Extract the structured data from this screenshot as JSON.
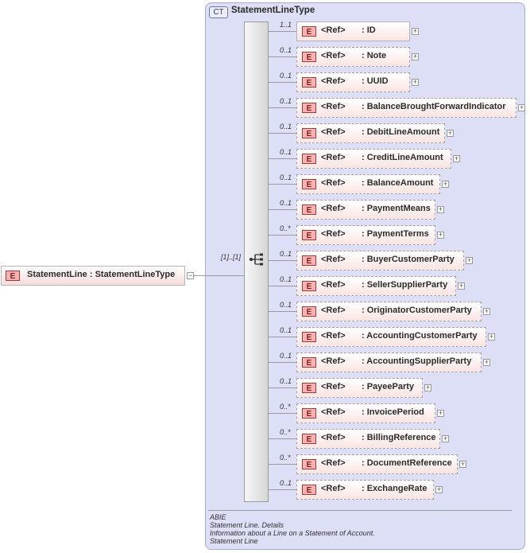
{
  "complex_type": {
    "badge": "CT",
    "name": "StatementLineType"
  },
  "root": {
    "badge": "E",
    "label": "StatementLine : StatementLineType"
  },
  "sequence": {
    "cardinality": "[1]..[1]"
  },
  "elements": [
    {
      "card": "1..1",
      "badge": "E",
      "ref": "<Ref>",
      "name": ": ID"
    },
    {
      "card": "0..1",
      "badge": "E",
      "ref": "<Ref>",
      "name": ": Note"
    },
    {
      "card": "0..1",
      "badge": "E",
      "ref": "<Ref>",
      "name": ": UUID"
    },
    {
      "card": "0..1",
      "badge": "E",
      "ref": "<Ref>",
      "name": ": BalanceBroughtForwardIndicator"
    },
    {
      "card": "0..1",
      "badge": "E",
      "ref": "<Ref>",
      "name": ": DebitLineAmount"
    },
    {
      "card": "0..1",
      "badge": "E",
      "ref": "<Ref>",
      "name": ": CreditLineAmount"
    },
    {
      "card": "0..1",
      "badge": "E",
      "ref": "<Ref>",
      "name": ": BalanceAmount"
    },
    {
      "card": "0..1",
      "badge": "E",
      "ref": "<Ref>",
      "name": ": PaymentMeans"
    },
    {
      "card": "0..*",
      "badge": "E",
      "ref": "<Ref>",
      "name": ": PaymentTerms"
    },
    {
      "card": "0..1",
      "badge": "E",
      "ref": "<Ref>",
      "name": ": BuyerCustomerParty"
    },
    {
      "card": "0..1",
      "badge": "E",
      "ref": "<Ref>",
      "name": ": SellerSupplierParty"
    },
    {
      "card": "0..1",
      "badge": "E",
      "ref": "<Ref>",
      "name": ": OriginatorCustomerParty"
    },
    {
      "card": "0..1",
      "badge": "E",
      "ref": "<Ref>",
      "name": ": AccountingCustomerParty"
    },
    {
      "card": "0..1",
      "badge": "E",
      "ref": "<Ref>",
      "name": ": AccountingSupplierParty"
    },
    {
      "card": "0..1",
      "badge": "E",
      "ref": "<Ref>",
      "name": ": PayeeParty"
    },
    {
      "card": "0..*",
      "badge": "E",
      "ref": "<Ref>",
      "name": ": InvoicePeriod"
    },
    {
      "card": "0..*",
      "badge": "E",
      "ref": "<Ref>",
      "name": ": BillingReference"
    },
    {
      "card": "0..*",
      "badge": "E",
      "ref": "<Ref>",
      "name": ": DocumentReference"
    },
    {
      "card": "0..1",
      "badge": "E",
      "ref": "<Ref>",
      "name": ": ExchangeRate"
    }
  ],
  "documentation": {
    "line1": "ABIE",
    "line2": "Statement Line. Details",
    "line3": "Information about a Line on a Statement of Account.",
    "line4": "Statement Line"
  }
}
